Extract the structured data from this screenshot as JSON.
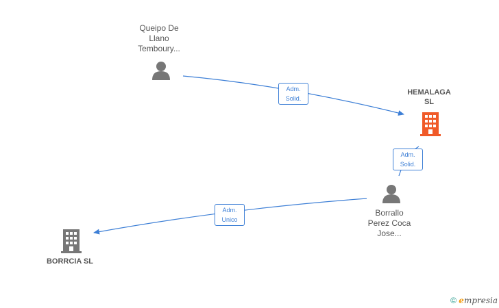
{
  "nodes": {
    "queipo": {
      "label": "Queipo De\nLlano\nTemboury...",
      "type": "person"
    },
    "borrallo": {
      "label": "Borrallo\nPerez Coca\nJose...",
      "type": "person"
    },
    "hemalaga": {
      "label": "HEMALAGA\nSL",
      "type": "company",
      "color": "#f05a28"
    },
    "borrcia": {
      "label": "BORRCIA SL",
      "type": "company",
      "color": "#777777"
    }
  },
  "edges": {
    "queipo_hemalaga": {
      "label": "Adm.\nSolid."
    },
    "borrallo_hemalaga": {
      "label": "Adm.\nSolid."
    },
    "borrallo_borrcia": {
      "label": "Adm.\nUnico"
    }
  },
  "colors": {
    "edge": "#3d7fd6",
    "person_icon": "#777777"
  },
  "footer": {
    "copyright": "©",
    "brand_initial": "e",
    "brand_rest": "mpresia"
  }
}
